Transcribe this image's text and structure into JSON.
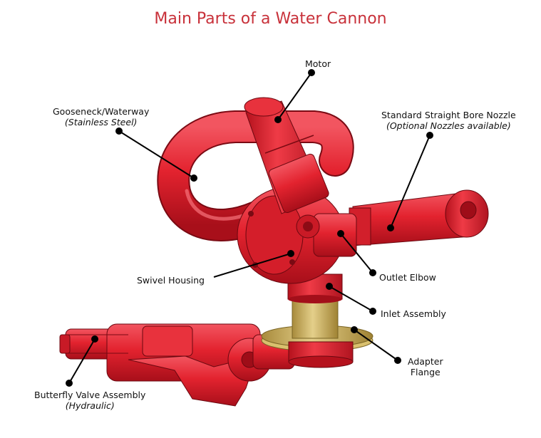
{
  "title": "Main Parts of a Water Cannon",
  "colors": {
    "title": "#c8313a",
    "body": "#e3232f",
    "shade": "#b0101c",
    "brass": "#c9ad5e",
    "leader": "#000000"
  },
  "labels": {
    "motor": {
      "name": "Motor"
    },
    "gooseneck": {
      "name": "Gooseneck/Waterway",
      "sub": "(Stainless Steel)"
    },
    "nozzle": {
      "name": "Standard Straight Bore Nozzle",
      "sub": "(Optional Nozzles available)"
    },
    "swivel": {
      "name": "Swivel Housing"
    },
    "outlet": {
      "name": "Outlet Elbow"
    },
    "inlet": {
      "name": "Inlet Assembly"
    },
    "adapter": {
      "name": "Adapter",
      "sub": "Flange"
    },
    "butterfly": {
      "name": "Butterfly Valve Assembly",
      "sub": "(Hydraulic)"
    }
  }
}
